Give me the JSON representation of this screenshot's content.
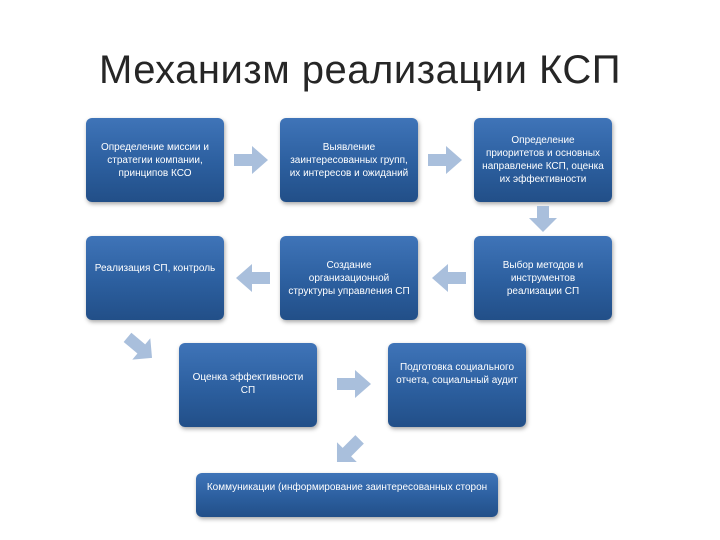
{
  "title": "Механизм реализации КСП",
  "boxes": {
    "b1": "Определение миссии и стратегии компании, принципов КСО",
    "b2": "Выявление заинтересованных групп, их интересов и ожиданий",
    "b3": "Определение приоритетов и основных направление КСП, оценка их эффективности",
    "b4": "Выбор методов и инструментов реализации СП",
    "b5": "Создание организационной структуры управления СП",
    "b6": "Реализация СП, контроль",
    "b7": "Оценка эффективности СП",
    "b8": "Подготовка социального отчета, социальный аудит",
    "b9": "Коммуникации (информирование заинтересованных сторон"
  },
  "colors": {
    "box": "#2c5f9f",
    "arrow": "#a9bfdc"
  }
}
